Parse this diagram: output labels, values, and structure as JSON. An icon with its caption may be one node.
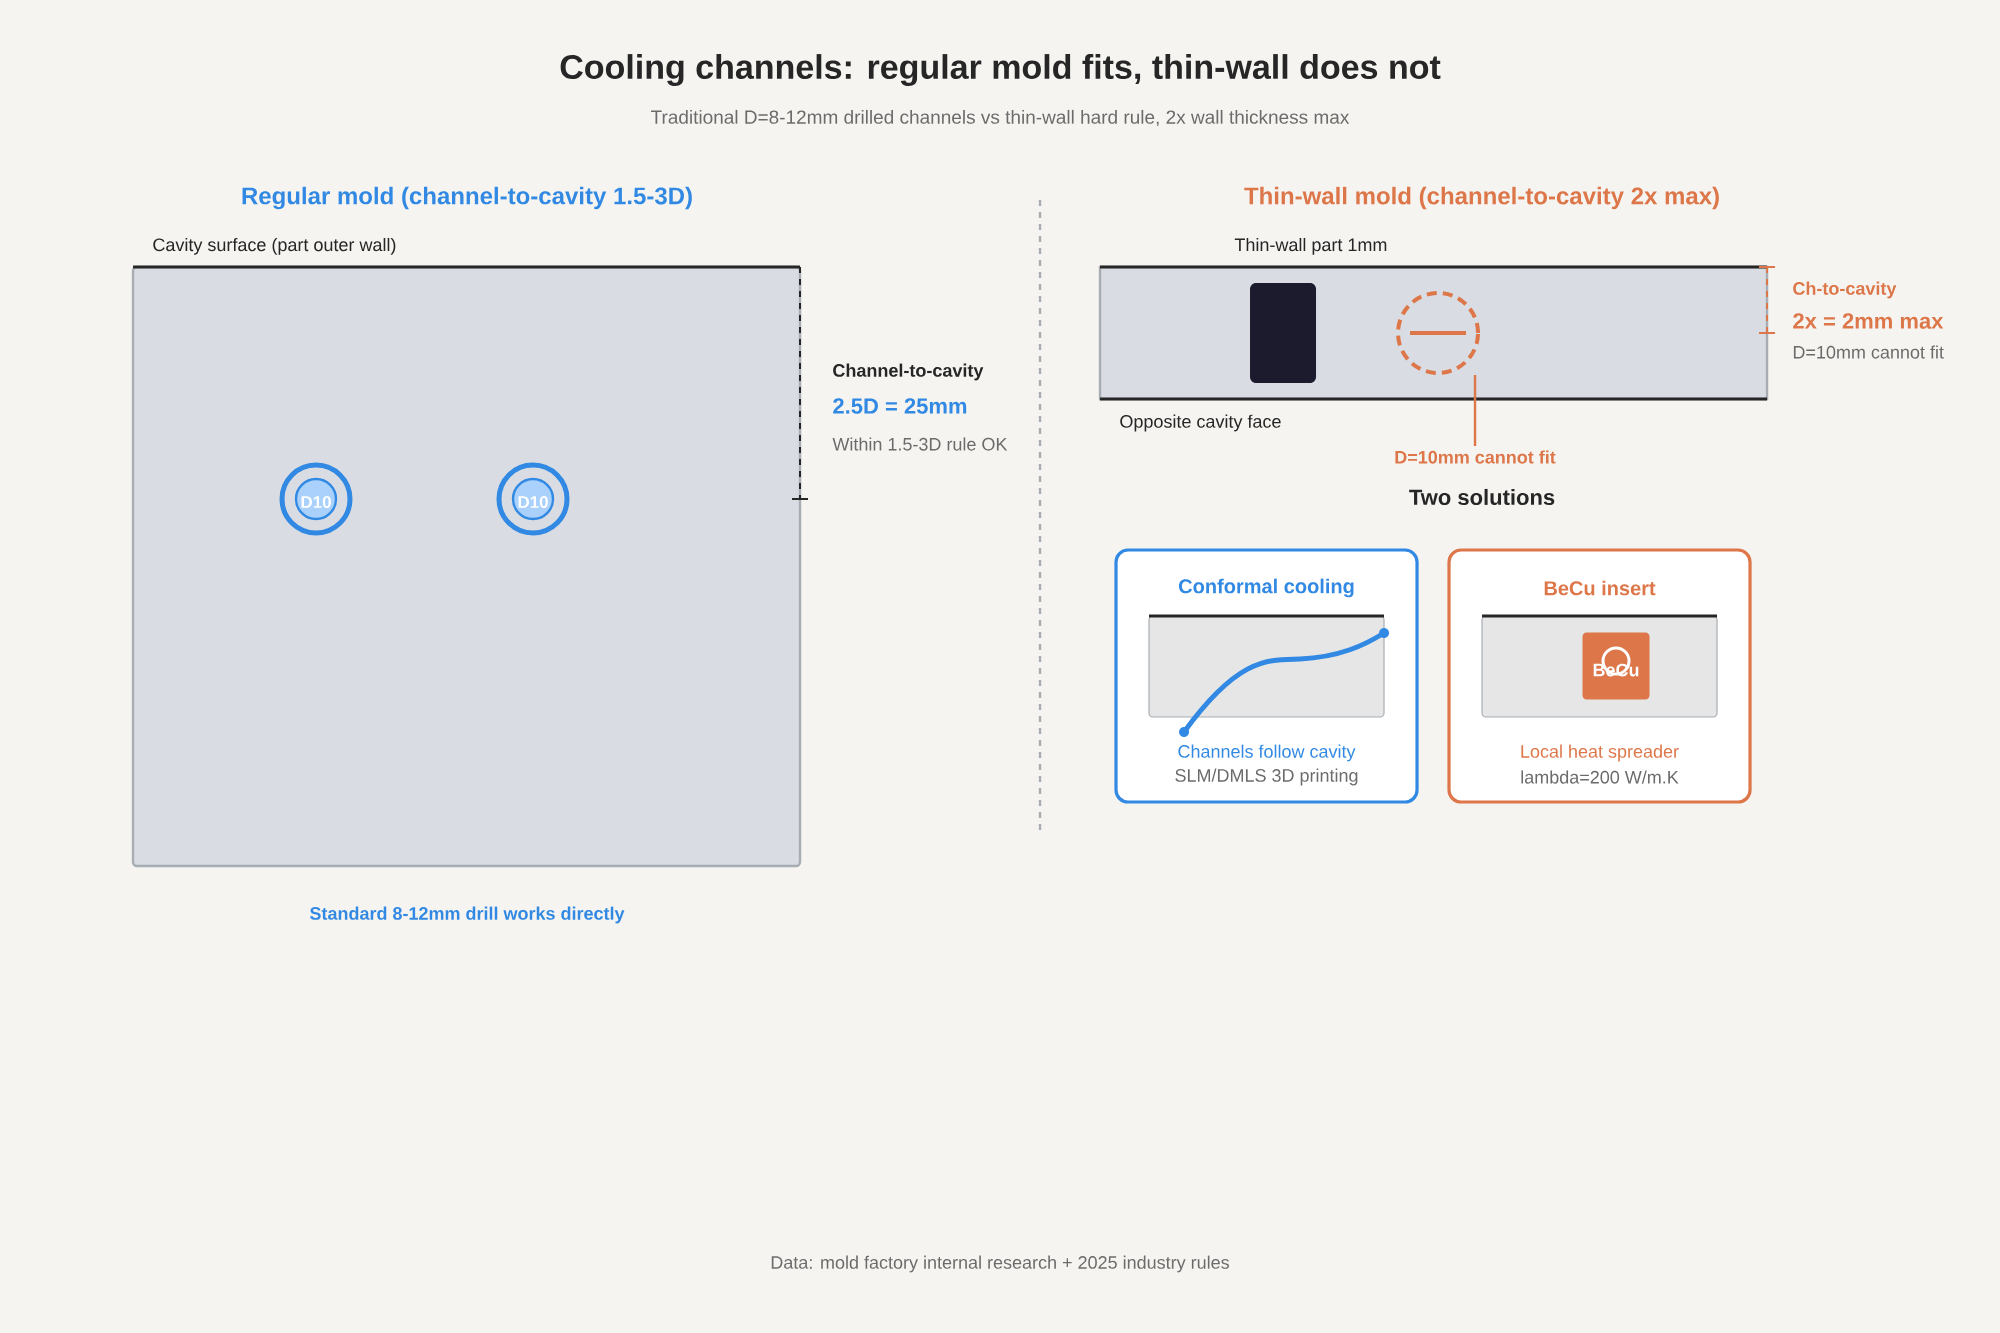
{
  "diagram": {
    "title": "Cooling channels: regular mold fits, thin-wall does not",
    "nodes": [
      {
        "text": [
          "Cavity surface (part outer wall)"
        ]
      },
      {
        "text": [
          "D10"
        ],
        "in": 0
      },
      {
        "text": [
          "D10"
        ],
        "in": 0
      },
      {
        "text": [
          "Thin-wall part 1mm",
          "Opposite cavity face"
        ]
      },
      {
        "text": [],
        "shape": "circle",
        "in": 3
      },
      {
        "text": [
          "D=10mm cannot fit"
        ]
      },
      {
        "text": [
          "Conformal cooling",
          "Channels follow cavity",
          "SLM/DMLS 3D printing"
        ]
      },
      {
        "text": [
          "BeCu insert",
          "Local heat spreader",
          "lambda=200 W/m.K"
        ]
      },
      {
        "text": [
          "BeCu"
        ],
        "in": 7
      }
    ],
    "edges": [
      {
        "from": 5,
        "to": 4,
        "arrow": "none"
      }
    ],
    "labels": [
      "Traditional D=8-12mm drilled channels vs thin-wall hard rule, 2x wall thickness max",
      "Regular mold (channel-to-cavity 1.5-3D)",
      "Channel-to-cavity",
      "2.5D = 25mm",
      "Within 1.5-3D rule OK",
      "Thin-wall mold (channel-to-cavity 2x max)",
      "Ch-to-cavity",
      "2x = 2mm max",
      "D=10mm cannot fit",
      "Two solutions",
      "Standard 8-12mm drill works directly",
      "Data: mold factory internal research + 2025 industry rules"
    ]
  }
}
